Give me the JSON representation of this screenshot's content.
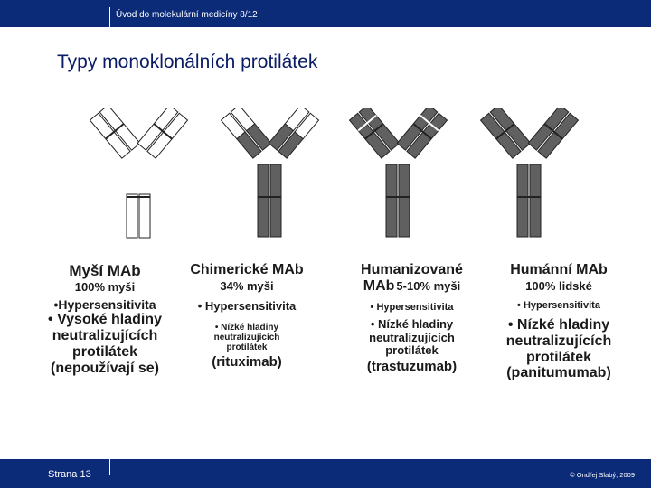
{
  "header": {
    "course": "Úvod do molekulární medicíny 8/12"
  },
  "slide": {
    "title": "Typy monoklonálních protilátek",
    "panels": [
      {
        "name": "Myší MAb",
        "pct": "100% myši",
        "lines": [
          "•Hypersensitivita",
          "• Vysoké hladiny",
          "neutralizujících",
          "protilátek",
          "(nepoužívají se)"
        ]
      },
      {
        "name": "Chimerické MAb",
        "pct": "34% myši",
        "lines": [
          "• Hypersensitivita",
          "• Nízké hladiny",
          "neutralizujících",
          "protilátek",
          "(rituximab)"
        ]
      },
      {
        "name": "Humanizované",
        "name2": "MAb",
        "pct": "5-10% myši",
        "lines": [
          "• Hypersensitivita",
          "• Nízké hladiny",
          "neutralizujících",
          "protilátek",
          "(trastuzumab)"
        ]
      },
      {
        "name": "Humánní MAb",
        "pct": "100% lidské",
        "lines": [
          "• Hypersensitivita",
          "• Nízké hladiny",
          "neutralizujících",
          "protilátek",
          "(panitumumab)"
        ]
      }
    ]
  },
  "footer": {
    "page": "Strana 13",
    "copyright": "© Ondřej Slabý, 2009"
  },
  "colors": {
    "bar": "#0b2a78",
    "murine": "#ffffff",
    "human": "#606060"
  }
}
